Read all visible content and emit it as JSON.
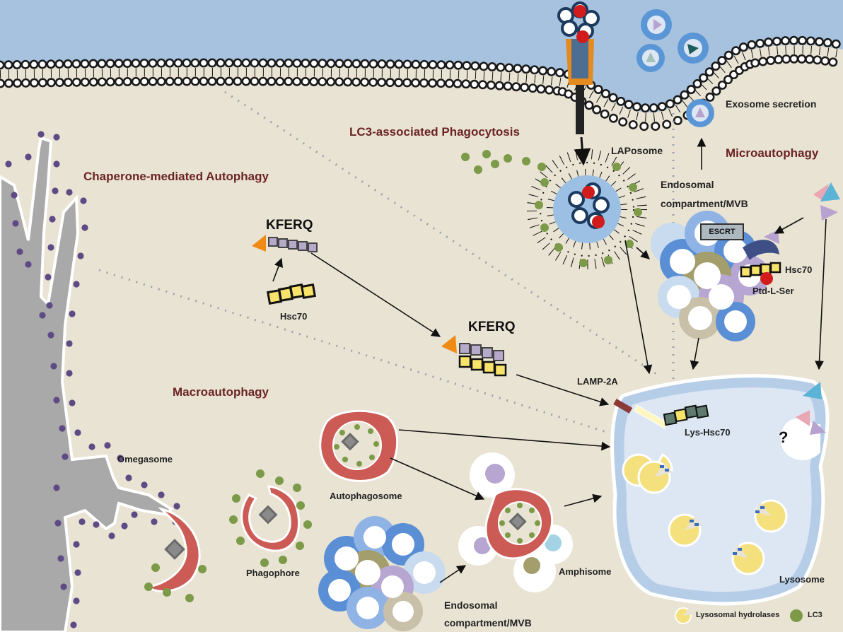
{
  "sections": {
    "lap": "LC3-associated Phagocytosis",
    "cma": "Chaperone-mediated Autophagy",
    "macro": "Macroautophagy",
    "micro": "Microautophagy"
  },
  "labels": {
    "laposome": "LAPosome",
    "exosome": "Exosome secretion",
    "endosomal_top_1": "Endosomal",
    "endosomal_top_2": "compartment/MVB",
    "escrt": "ESCRT",
    "hsc70_micro": "Hsc70",
    "ptd_l_ser": "Ptd-L-Ser",
    "kferq_1": "KFERQ",
    "kferq_2": "KFERQ",
    "hsc70_cma": "Hsc70",
    "lamp2a": "LAMP-2A",
    "lys_hsc70": "Lys-Hsc70",
    "question": "?",
    "omegasome": "Omegasome",
    "phagophore": "Phagophore",
    "autophagosome": "Autophagosome",
    "amphisome": "Amphisome",
    "endosomal_bottom_1": "Endosomal",
    "endosomal_bottom_2": "compartment/MVB",
    "lysosome": "Lysosome"
  },
  "legend": {
    "hydrolases": "Lysosomal hydrolases",
    "lc3": "LC3"
  },
  "colors": {
    "extracellular": "#a6c2df",
    "cytoplasm": "#e9e3d3",
    "er": "#a9a9a9",
    "er_dots": "#5e4a85",
    "phagophore_membrane": "#cc5b55",
    "lc3": "#7c9a48",
    "hsc70": "#f7e36a",
    "kferq_motif": "#b5aac9",
    "substrate": "#ef8a14",
    "lysosome_lumen": "#dde6f3",
    "lysosome_rim": "#b6cde8",
    "hydrolase": "#f5e07e",
    "cargo_red": "#d21c1c",
    "lamp2a": "#8c3a35",
    "section_title": "#6b2424"
  }
}
